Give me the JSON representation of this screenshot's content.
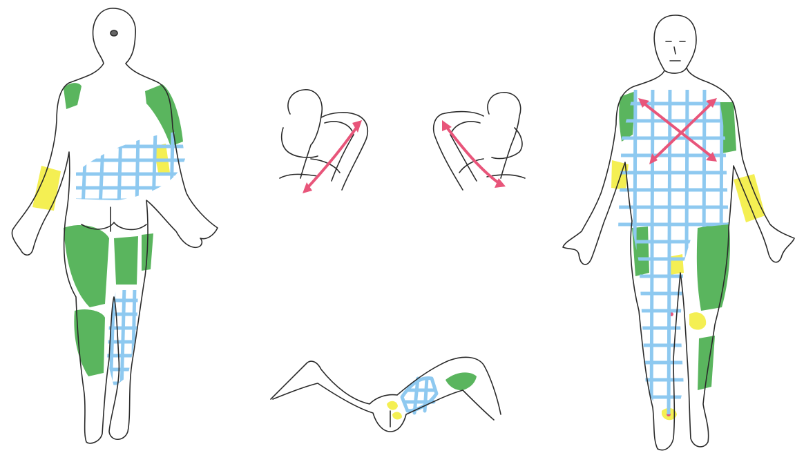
{
  "figures": [
    {
      "id": "posterior-body"
    },
    {
      "id": "right-axilla-view"
    },
    {
      "id": "left-axilla-view"
    },
    {
      "id": "perineum-view"
    },
    {
      "id": "anterior-body"
    }
  ],
  "colors": {
    "outline": "#2a2a2a",
    "green": "#4caf50",
    "yellow": "#f3ee4a",
    "blue": "#8ec9f0",
    "pink": "#e8557a"
  }
}
